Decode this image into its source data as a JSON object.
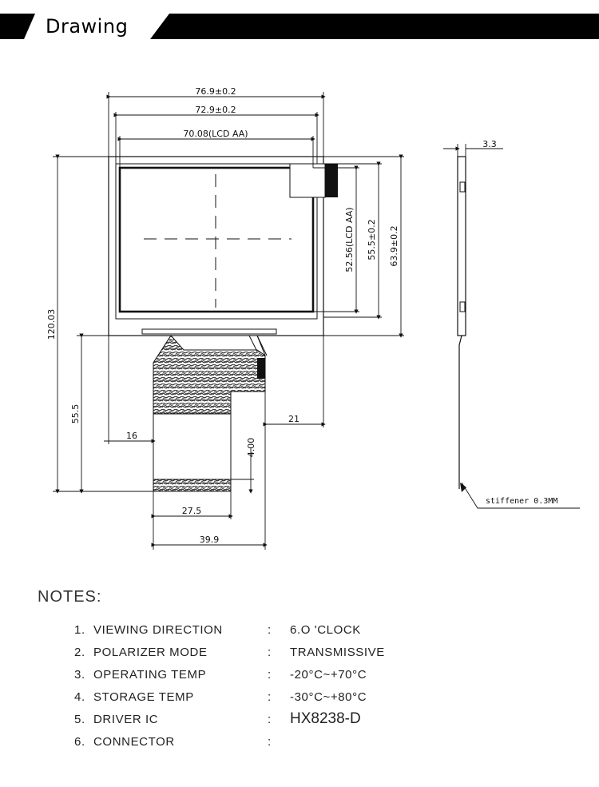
{
  "header": {
    "title": "Drawing"
  },
  "dimensions": {
    "outline_width": "76.9±0.2",
    "view_width": "72.9±0.2",
    "active_width": "70.08(LCD AA)",
    "active_height": "52.56(LCD AA)",
    "view_height": "55.5±0.2",
    "outline_height": "63.9±0.2",
    "total_height": "120.03",
    "fpc_length": "55.5",
    "fpc_left_offset": "16",
    "fpc_right_offset": "21",
    "fpc_tail_height": "4.00",
    "fpc_tail_width": "27.5",
    "fpc_width": "39.9",
    "thickness": "3.3",
    "stiffener_note": "stiffener 0.3MM"
  },
  "notes": {
    "title": "NOTES:",
    "items": [
      {
        "num": "1.",
        "label": "VIEWING DIRECTION",
        "value": "6.O 'CLOCK"
      },
      {
        "num": "2.",
        "label": "POLARIZER MODE",
        "value": "TRANSMISSIVE"
      },
      {
        "num": "3.",
        "label": "OPERATING TEMP",
        "value": "-20°C~+70°C"
      },
      {
        "num": "4.",
        "label": "STORAGE TEMP",
        "value": "-30°C~+80°C"
      },
      {
        "num": "5.",
        "label": "DRIVER IC",
        "value": "HX8238-D"
      },
      {
        "num": "6.",
        "label": "CONNECTOR",
        "value": ""
      }
    ]
  }
}
